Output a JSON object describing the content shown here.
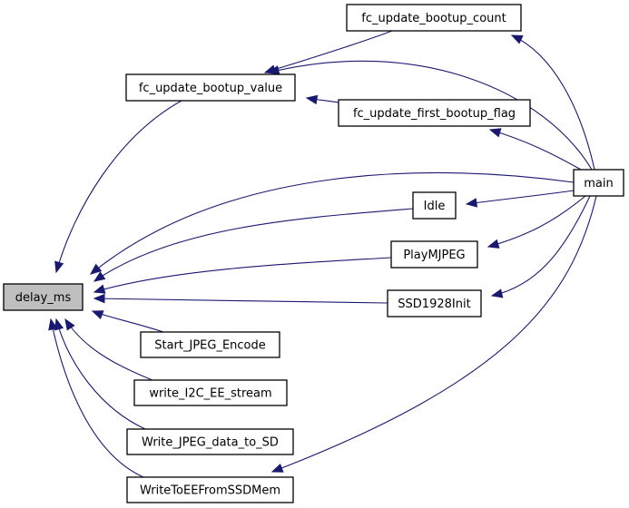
{
  "diagram": {
    "type": "call-graph",
    "edge_color": "#191970",
    "highlight_fill": "#bfbfbf",
    "default_fill": "#ffffff",
    "nodes": [
      {
        "id": "delay_ms",
        "label": "delay_ms",
        "highlighted": true
      },
      {
        "id": "fc_update_bootup_value",
        "label": "fc_update_bootup_value"
      },
      {
        "id": "fc_update_bootup_count",
        "label": "fc_update_bootup_count"
      },
      {
        "id": "fc_update_first_bootup_flag",
        "label": "fc_update_first_bootup_flag"
      },
      {
        "id": "main",
        "label": "main"
      },
      {
        "id": "Idle",
        "label": "Idle"
      },
      {
        "id": "PlayMJPEG",
        "label": "PlayMJPEG"
      },
      {
        "id": "SSD1928Init",
        "label": "SSD1928Init"
      },
      {
        "id": "Start_JPEG_Encode",
        "label": "Start_JPEG_Encode"
      },
      {
        "id": "write_I2C_EE_stream",
        "label": "write_I2C_EE_stream"
      },
      {
        "id": "Write_JPEG_data_to_SD",
        "label": "Write_JPEG_data_to_SD"
      },
      {
        "id": "WriteToEEFromSSDMem",
        "label": "WriteToEEFromSSDMem"
      }
    ],
    "edges": [
      {
        "from": "fc_update_bootup_value",
        "to": "delay_ms"
      },
      {
        "from": "main",
        "to": "delay_ms"
      },
      {
        "from": "Idle",
        "to": "delay_ms"
      },
      {
        "from": "PlayMJPEG",
        "to": "delay_ms"
      },
      {
        "from": "SSD1928Init",
        "to": "delay_ms"
      },
      {
        "from": "Start_JPEG_Encode",
        "to": "delay_ms"
      },
      {
        "from": "write_I2C_EE_stream",
        "to": "delay_ms"
      },
      {
        "from": "Write_JPEG_data_to_SD",
        "to": "delay_ms"
      },
      {
        "from": "WriteToEEFromSSDMem",
        "to": "delay_ms"
      },
      {
        "from": "fc_update_bootup_count",
        "to": "fc_update_bootup_value"
      },
      {
        "from": "main",
        "to": "fc_update_bootup_value"
      },
      {
        "from": "fc_update_first_bootup_flag",
        "to": "fc_update_bootup_value"
      },
      {
        "from": "main",
        "to": "fc_update_bootup_count"
      },
      {
        "from": "main",
        "to": "fc_update_first_bootup_flag"
      },
      {
        "from": "main",
        "to": "Idle"
      },
      {
        "from": "main",
        "to": "PlayMJPEG"
      },
      {
        "from": "main",
        "to": "SSD1928Init"
      },
      {
        "from": "main",
        "to": "WriteToEEFromSSDMem"
      }
    ]
  }
}
